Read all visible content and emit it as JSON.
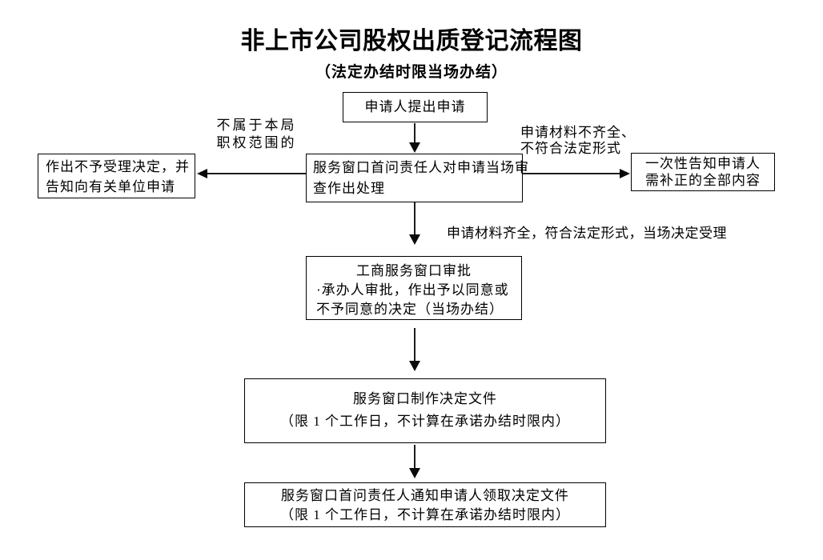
{
  "page": {
    "background": "#ffffff",
    "text_color": "#000000",
    "line_color": "#1c1c1c"
  },
  "header": {
    "title": "非上市公司股权出质登记流程图",
    "subtitle": "（法定办结时限当场办结）"
  },
  "nodes": {
    "apply": {
      "lines": [
        "申请人提出申请"
      ]
    },
    "review": {
      "lines": [
        "服务窗口首问责任人对申请当场审",
        "查作出处理"
      ]
    },
    "reject": {
      "lines": [
        "作出不予受理决定，并",
        "告知向有关单位申请"
      ]
    },
    "notify_correction": {
      "lines": [
        "一次性告知申请人",
        "需补正的全部内容"
      ]
    },
    "approval": {
      "heading": "工商服务窗口审批",
      "lines": [
        "·承办人审批，作出予以同意或",
        "不予同意的决定（当场办结）"
      ]
    },
    "make_document": {
      "lines": [
        "服务窗口制作决定文件",
        "（限 1 个工作日，不计算在承诺办结时限内）"
      ]
    },
    "notify_pickup": {
      "lines": [
        "服务窗口首问责任人通知申请人领取决定文件",
        "（限 1 个工作日，不计算在承诺办结时限内）"
      ]
    }
  },
  "edge_labels": {
    "out_of_scope": {
      "lines": [
        "不属于本局",
        "职权范围的"
      ]
    },
    "incomplete": {
      "lines": [
        "申请材料不齐全、",
        "不符合法定形式"
      ]
    },
    "complete": "申请材料齐全，符合法定形式，当场决定受理"
  }
}
